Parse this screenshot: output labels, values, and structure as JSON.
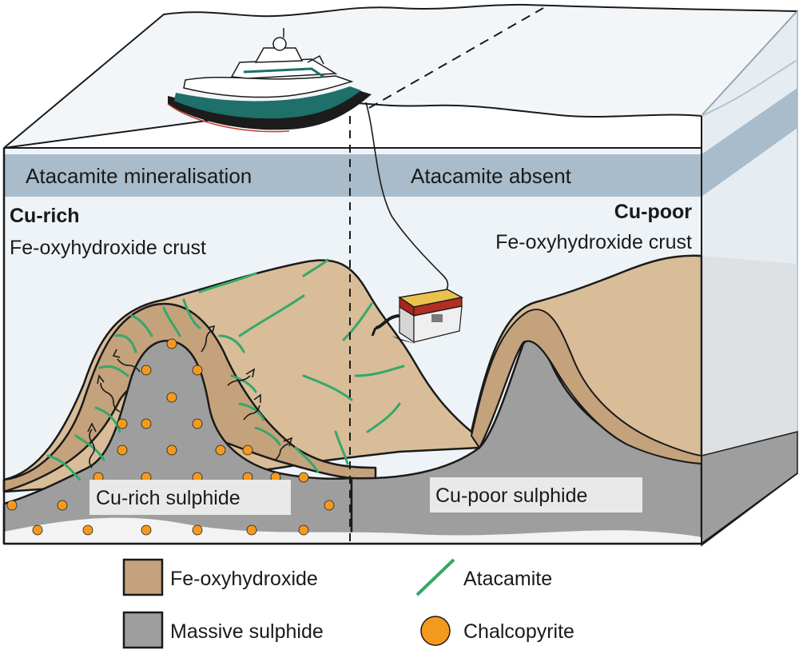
{
  "band": {
    "left_label": "Atacamite mineralisation",
    "right_label": "Atacamite absent"
  },
  "left_crust": {
    "title": "Cu-rich",
    "subtitle": "Fe-oxyhydroxide crust"
  },
  "right_crust": {
    "title": "Cu-poor",
    "subtitle": "Fe-oxyhydroxide crust"
  },
  "sulphide": {
    "left_label": "Cu-rich sulphide",
    "right_label": "Cu-poor sulphide"
  },
  "legend": {
    "fe_oxyhydroxide": "Fe-oxyhydroxide",
    "atacamite": "Atacamite",
    "massive_sulphide": "Massive sulphide",
    "chalcopyrite": "Chalcopyrite"
  },
  "colors": {
    "fe_oxyhydroxide": "#c4a27b",
    "fe_oxyhydroxide_light": "#d8bd98",
    "massive_sulphide": "#9e9e9e",
    "atacamite": "#33a86a",
    "chalcopyrite": "#f39a1e",
    "water_band": "#a9bccb",
    "water": "#eef3f7",
    "ship_hull": "#1c1c1c",
    "ship_stripe": "#1f6f6a"
  }
}
